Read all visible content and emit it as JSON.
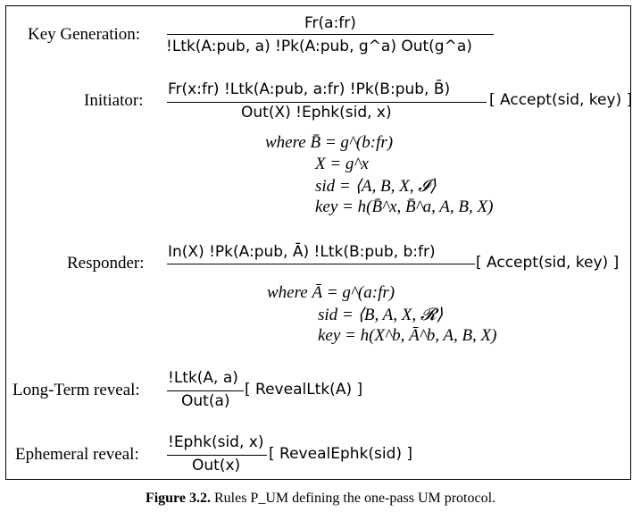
{
  "rules": [
    {
      "label": "Key Generation:",
      "premises": "Fr(a:fr)",
      "conclusions": "!Ltk(A:pub, a)    !Pk(A:pub, g^a)    Out(g^a)",
      "action": ""
    },
    {
      "label": "Initiator:",
      "premises": "Fr(x:fr)    !Ltk(A:pub, a:fr)    !Pk(B:pub, B̄)",
      "conclusions": "Out(X)    !Ephk(sid, x)",
      "action": "[ Accept(sid, key) ]",
      "where": [
        "where B̄ = g^(b:fr)",
        "X = g^x",
        "sid = ⟨A, B, X, 𝓘⟩",
        "key = h(B̄^x, B̄^a, A, B, X)"
      ]
    },
    {
      "label": "Responder:",
      "premises": "In(X)    !Pk(A:pub, Ā)    !Ltk(B:pub, b:fr)",
      "conclusions": "",
      "action": "[ Accept(sid, key) ]",
      "where": [
        "where Ā = g^(a:fr)",
        "sid = ⟨B, A, X, 𝓡⟩",
        "key = h(X^b, Ā^b, A, B, X)"
      ]
    },
    {
      "label": "Long-Term reveal:",
      "premises": "!Ltk(A, a)",
      "conclusions": "Out(a)",
      "action": "[ RevealLtk(A) ]"
    },
    {
      "label": "Ephemeral reveal:",
      "premises": "!Ephk(sid, x)",
      "conclusions": "Out(x)",
      "action": "[ RevealEphk(sid) ]"
    }
  ],
  "caption": {
    "prefix": "Figure 3.2.",
    "text": "Rules P_UM defining the one-pass UM protocol."
  }
}
